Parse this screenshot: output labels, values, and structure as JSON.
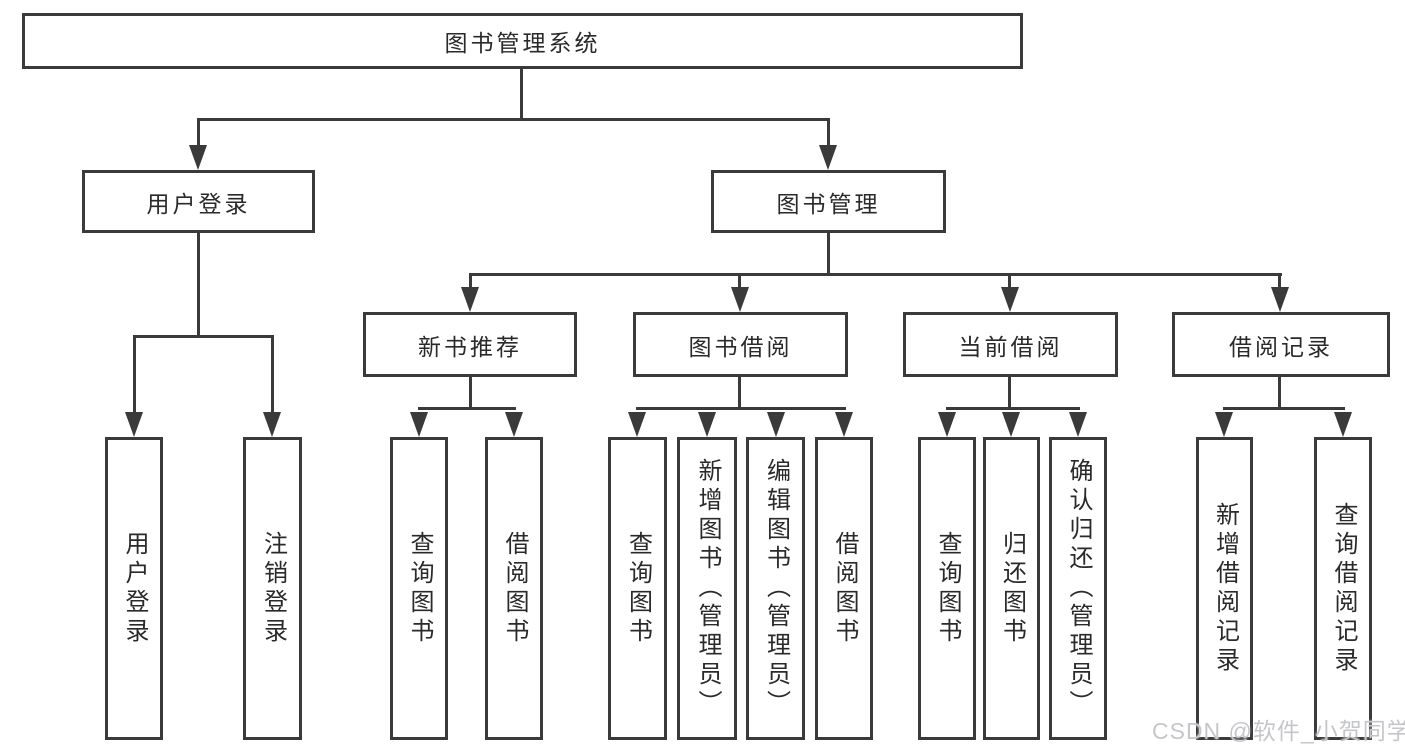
{
  "diagram": {
    "type": "hierarchy",
    "root": {
      "label": "图书管理系统"
    },
    "level2": [
      {
        "label": "用户登录",
        "parent": "图书管理系统"
      },
      {
        "label": "图书管理",
        "parent": "图书管理系统"
      }
    ],
    "level3": [
      {
        "label": "新书推荐",
        "parent": "图书管理"
      },
      {
        "label": "图书借阅",
        "parent": "图书管理"
      },
      {
        "label": "当前借阅",
        "parent": "图书管理"
      },
      {
        "label": "借阅记录",
        "parent": "图书管理"
      }
    ],
    "leaves": [
      {
        "label": "用户登录",
        "parent": "用户登录"
      },
      {
        "label": "注销登录",
        "parent": "用户登录"
      },
      {
        "label": "查询图书",
        "parent": "新书推荐"
      },
      {
        "label": "借阅图书",
        "parent": "新书推荐"
      },
      {
        "label": "查询图书",
        "parent": "图书借阅"
      },
      {
        "label": "新增图书（管理员）",
        "parent": "图书借阅"
      },
      {
        "label": "编辑图书（管理员）",
        "parent": "图书借阅"
      },
      {
        "label": "借阅图书",
        "parent": "图书借阅"
      },
      {
        "label": "查询图书",
        "parent": "当前借阅"
      },
      {
        "label": "归还图书",
        "parent": "当前借阅"
      },
      {
        "label": "确认归还（管理员）",
        "parent": "当前借阅"
      },
      {
        "label": "新增借阅记录",
        "parent": "借阅记录"
      },
      {
        "label": "查询借阅记录",
        "parent": "借阅记录"
      }
    ]
  },
  "watermark": {
    "text": "CSDN @软件_小贺同学"
  },
  "colors": {
    "line": "#3a3a3a",
    "text": "#2a2a2a",
    "background": "#ffffff",
    "watermark": "#c5c6c9"
  }
}
